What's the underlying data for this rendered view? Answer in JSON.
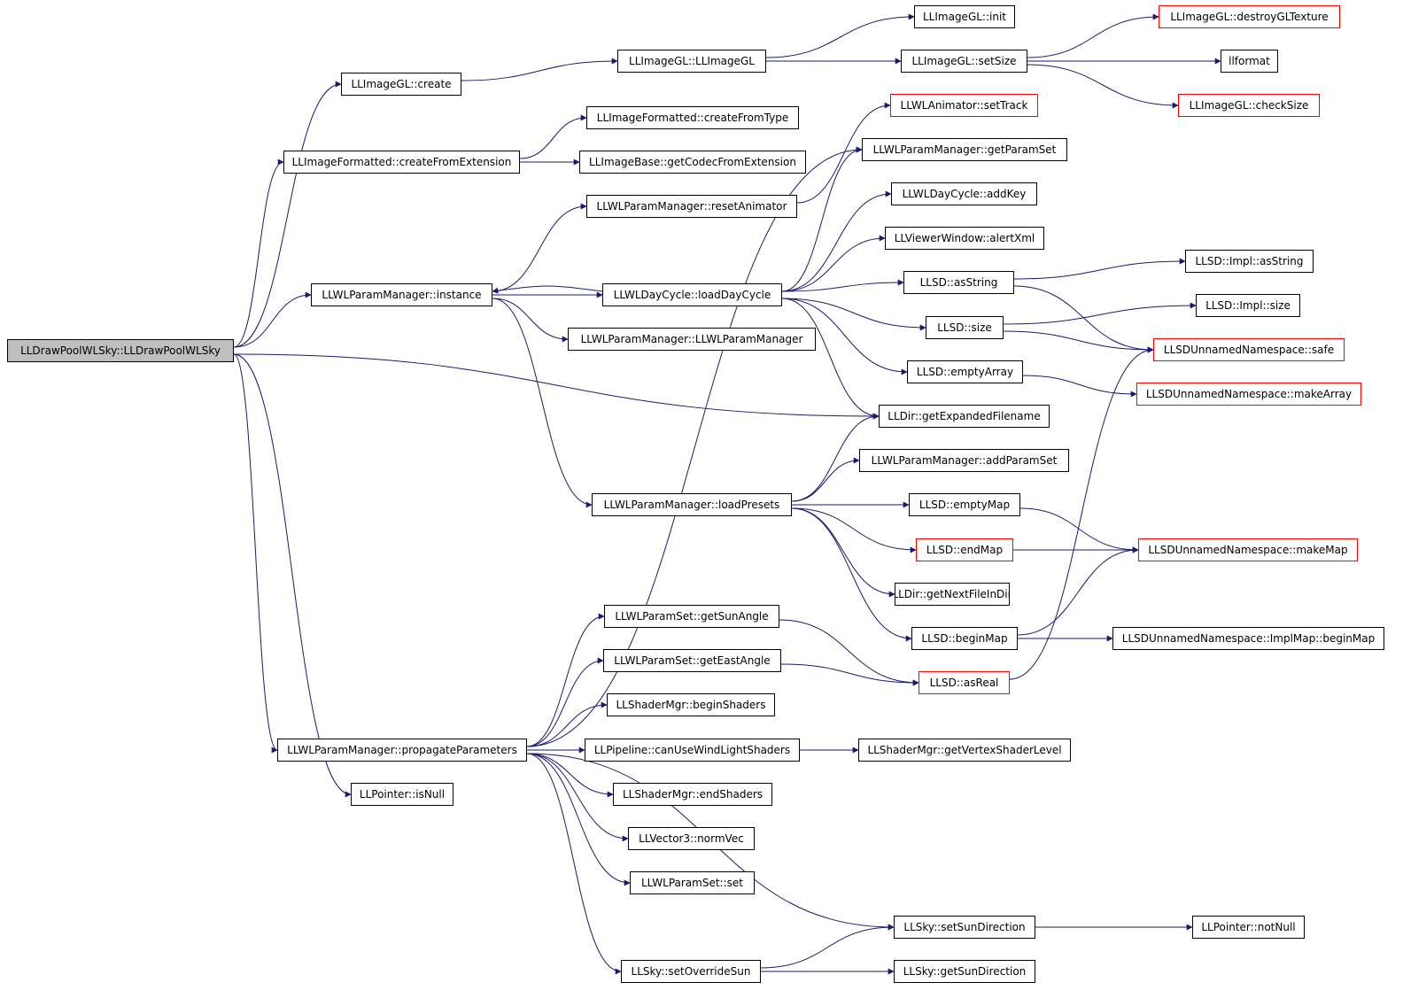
{
  "graph": {
    "colors": {
      "edge": "#191970",
      "node_border": "#000000",
      "incomplete_border": "#ff0000",
      "root_fill": "#bfbfbf"
    },
    "nodes": [
      {
        "id": "root",
        "label": "LLDrawPoolWLSky::LLDrawPoolWLSky",
        "root": true
      },
      {
        "id": "imagegl_create",
        "label": "LLImageGL::create"
      },
      {
        "id": "imagegl_ctor",
        "label": "LLImageGL::LLImageGL"
      },
      {
        "id": "imagegl_init",
        "label": "LLImageGL::init"
      },
      {
        "id": "imagegl_setsize",
        "label": "LLImageGL::setSize"
      },
      {
        "id": "imagegl_destroy",
        "label": "LLImageGL::destroyGLTexture",
        "red": true
      },
      {
        "id": "llformat",
        "label": "llformat"
      },
      {
        "id": "imagegl_checksize",
        "label": "LLImageGL::checkSize",
        "red": true
      },
      {
        "id": "imgfmt_createfromtype",
        "label": "LLImageFormatted::createFromType"
      },
      {
        "id": "imgfmt_createfromext",
        "label": "LLImageFormatted::createFromExtension"
      },
      {
        "id": "imgbase_getcodec",
        "label": "LLImageBase::getCodecFromExtension"
      },
      {
        "id": "wlanim_settrack",
        "label": "LLWLAnimator::setTrack",
        "red": true
      },
      {
        "id": "wlpm_getparamset",
        "label": "LLWLParamManager::getParamSet"
      },
      {
        "id": "wlpm_resetanimator",
        "label": "LLWLParamManager::resetAnimator"
      },
      {
        "id": "wldc_addkey",
        "label": "LLWLDayCycle::addKey"
      },
      {
        "id": "viewer_alertxml",
        "label": "LLViewerWindow::alertXml"
      },
      {
        "id": "wlpm_instance",
        "label": "LLWLParamManager::instance"
      },
      {
        "id": "wldc_loaddaycycle",
        "label": "LLWLDayCycle::loadDayCycle"
      },
      {
        "id": "llsd_asstring",
        "label": "LLSD::asString"
      },
      {
        "id": "impl_asstring",
        "label": "LLSD::Impl::asString"
      },
      {
        "id": "impl_size",
        "label": "LLSD::Impl::size"
      },
      {
        "id": "wlpm_ctor",
        "label": "LLWLParamManager::LLWLParamManager"
      },
      {
        "id": "llsd_size",
        "label": "LLSD::size"
      },
      {
        "id": "ns_safe",
        "label": "LLSDUnnamedNamespace::safe",
        "red": true
      },
      {
        "id": "llsd_emptyarray",
        "label": "LLSD::emptyArray"
      },
      {
        "id": "ns_makearray",
        "label": "LLSDUnnamedNamespace::makeArray",
        "red": true
      },
      {
        "id": "lldir_getexpanded",
        "label": "LLDir::getExpandedFilename"
      },
      {
        "id": "wlpm_addparamset",
        "label": "LLWLParamManager::addParamSet"
      },
      {
        "id": "wlpm_loadpresets",
        "label": "LLWLParamManager::loadPresets"
      },
      {
        "id": "llsd_emptymap",
        "label": "LLSD::emptyMap"
      },
      {
        "id": "llsd_endmap",
        "label": "LLSD::endMap",
        "red": true
      },
      {
        "id": "ns_makemap",
        "label": "LLSDUnnamedNamespace::makeMap",
        "red": true
      },
      {
        "id": "lldir_getnextfile",
        "label": "LLDir::getNextFileInDir"
      },
      {
        "id": "wlps_getsunangle",
        "label": "LLWLParamSet::getSunAngle"
      },
      {
        "id": "llsd_beginmap",
        "label": "LLSD::beginMap"
      },
      {
        "id": "ns_implmap_beginmap",
        "label": "LLSDUnnamedNamespace::ImplMap::beginMap"
      },
      {
        "id": "wlps_geteastangle",
        "label": "LLWLParamSet::getEastAngle"
      },
      {
        "id": "llsd_asreal",
        "label": "LLSD::asReal",
        "red": true
      },
      {
        "id": "shader_begin",
        "label": "LLShaderMgr::beginShaders"
      },
      {
        "id": "wlpm_propagate",
        "label": "LLWLParamManager::propagateParameters"
      },
      {
        "id": "pipeline_canusewl",
        "label": "LLPipeline::canUseWindLightShaders"
      },
      {
        "id": "shader_getvertexlevel",
        "label": "LLShaderMgr::getVertexShaderLevel"
      },
      {
        "id": "pointer_isnull",
        "label": "LLPointer::isNull"
      },
      {
        "id": "shader_end",
        "label": "LLShaderMgr::endShaders"
      },
      {
        "id": "vec3_normvec",
        "label": "LLVector3::normVec"
      },
      {
        "id": "wlps_set",
        "label": "LLWLParamSet::set"
      },
      {
        "id": "sky_setsundir",
        "label": "LLSky::setSunDirection"
      },
      {
        "id": "pointer_notnull",
        "label": "LLPointer::notNull"
      },
      {
        "id": "sky_setoverridesun",
        "label": "LLSky::setOverrideSun"
      },
      {
        "id": "sky_getsundir",
        "label": "LLSky::getSunDirection"
      }
    ],
    "edges": [
      [
        "root",
        "imagegl_create"
      ],
      [
        "root",
        "imgfmt_createfromext"
      ],
      [
        "root",
        "wlpm_instance"
      ],
      [
        "root",
        "lldir_getexpanded"
      ],
      [
        "root",
        "wlpm_propagate"
      ],
      [
        "root",
        "pointer_isnull"
      ],
      [
        "imagegl_create",
        "imagegl_ctor"
      ],
      [
        "imagegl_ctor",
        "imagegl_init"
      ],
      [
        "imagegl_ctor",
        "imagegl_setsize"
      ],
      [
        "imagegl_setsize",
        "imagegl_destroy"
      ],
      [
        "imagegl_setsize",
        "llformat"
      ],
      [
        "imagegl_setsize",
        "imagegl_checksize"
      ],
      [
        "imgfmt_createfromext",
        "imgfmt_createfromtype"
      ],
      [
        "imgfmt_createfromext",
        "imgbase_getcodec"
      ],
      [
        "wlpm_instance",
        "wlpm_resetanimator"
      ],
      [
        "wlpm_instance",
        "wldc_loaddaycycle"
      ],
      [
        "wlpm_instance",
        "wlpm_ctor"
      ],
      [
        "wlpm_instance",
        "wlpm_loadpresets"
      ],
      [
        "wlpm_resetanimator",
        "wlanim_settrack"
      ],
      [
        "wldc_loaddaycycle",
        "wlpm_instance"
      ],
      [
        "wldc_loaddaycycle",
        "wlpm_getparamset"
      ],
      [
        "wldc_loaddaycycle",
        "wldc_addkey"
      ],
      [
        "wldc_loaddaycycle",
        "viewer_alertxml"
      ],
      [
        "wldc_loaddaycycle",
        "llsd_asstring"
      ],
      [
        "wldc_loaddaycycle",
        "llsd_size"
      ],
      [
        "wldc_loaddaycycle",
        "llsd_emptyarray"
      ],
      [
        "wldc_loaddaycycle",
        "lldir_getexpanded"
      ],
      [
        "llsd_asstring",
        "impl_asstring"
      ],
      [
        "llsd_asstring",
        "ns_safe"
      ],
      [
        "llsd_size",
        "impl_size"
      ],
      [
        "llsd_size",
        "ns_safe"
      ],
      [
        "llsd_emptyarray",
        "ns_makearray"
      ],
      [
        "wlpm_loadpresets",
        "lldir_getexpanded"
      ],
      [
        "wlpm_loadpresets",
        "wlpm_addparamset"
      ],
      [
        "wlpm_loadpresets",
        "llsd_emptymap"
      ],
      [
        "wlpm_loadpresets",
        "llsd_endmap"
      ],
      [
        "wlpm_loadpresets",
        "lldir_getnextfile"
      ],
      [
        "wlpm_loadpresets",
        "llsd_beginmap"
      ],
      [
        "llsd_emptymap",
        "ns_makemap"
      ],
      [
        "llsd_endmap",
        "ns_makemap"
      ],
      [
        "llsd_beginmap",
        "ns_makemap"
      ],
      [
        "llsd_beginmap",
        "ns_implmap_beginmap"
      ],
      [
        "wlps_getsunangle",
        "llsd_asreal"
      ],
      [
        "wlps_geteastangle",
        "llsd_asreal"
      ],
      [
        "llsd_asreal",
        "ns_safe"
      ],
      [
        "wlpm_propagate",
        "wlpm_getparamset"
      ],
      [
        "wlpm_propagate",
        "wlps_getsunangle"
      ],
      [
        "wlpm_propagate",
        "wlps_geteastangle"
      ],
      [
        "wlpm_propagate",
        "shader_begin"
      ],
      [
        "wlpm_propagate",
        "pipeline_canusewl"
      ],
      [
        "wlpm_propagate",
        "shader_end"
      ],
      [
        "wlpm_propagate",
        "vec3_normvec"
      ],
      [
        "wlpm_propagate",
        "wlps_set"
      ],
      [
        "wlpm_propagate",
        "sky_setsundir"
      ],
      [
        "wlpm_propagate",
        "sky_setoverridesun"
      ],
      [
        "pipeline_canusewl",
        "shader_getvertexlevel"
      ],
      [
        "sky_setsundir",
        "pointer_notnull"
      ],
      [
        "sky_setoverridesun",
        "sky_setsundir"
      ],
      [
        "sky_setoverridesun",
        "sky_getsundir"
      ]
    ]
  }
}
